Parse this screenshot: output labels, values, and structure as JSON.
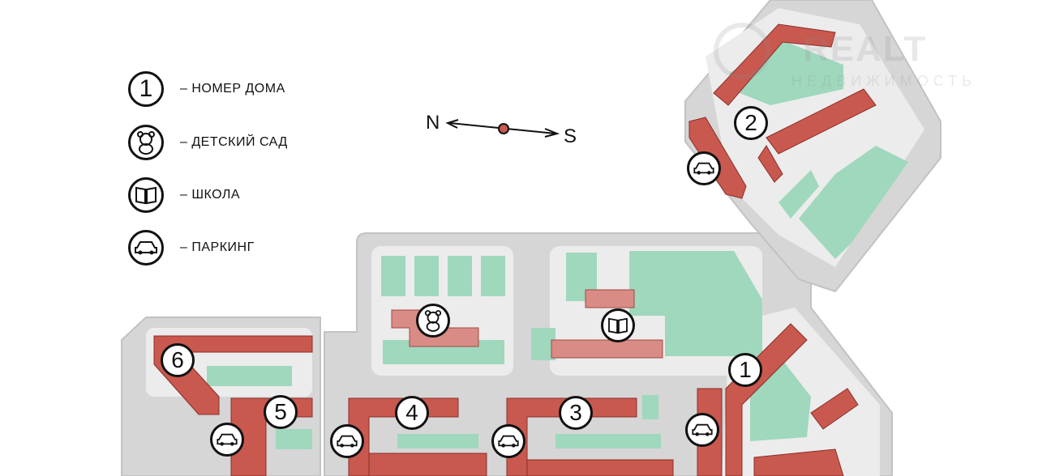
{
  "legend": [
    {
      "symbol": "1",
      "icon": "house-number-icon",
      "label": "– НОМЕР ДОМА"
    },
    {
      "symbol": "",
      "icon": "teddy-bear-icon",
      "label": "– ДЕТСКИЙ САД"
    },
    {
      "symbol": "",
      "icon": "book-icon",
      "label": "– ШКОЛА"
    },
    {
      "symbol": "",
      "icon": "car-icon",
      "label": "– ПАРКИНГ"
    }
  ],
  "compass": {
    "north": "N",
    "south": "S"
  },
  "watermark": {
    "brand": "REALT",
    "subtitle": "НЕДВИЖИМОСТЬ"
  },
  "houses": [
    "1",
    "2",
    "3",
    "4",
    "5",
    "6"
  ],
  "colors": {
    "building": "#c9584f",
    "building_light": "#d98b85",
    "green": "#9fd8bd",
    "road": "#d6d6d6",
    "road_edge": "#bfbfbf"
  }
}
